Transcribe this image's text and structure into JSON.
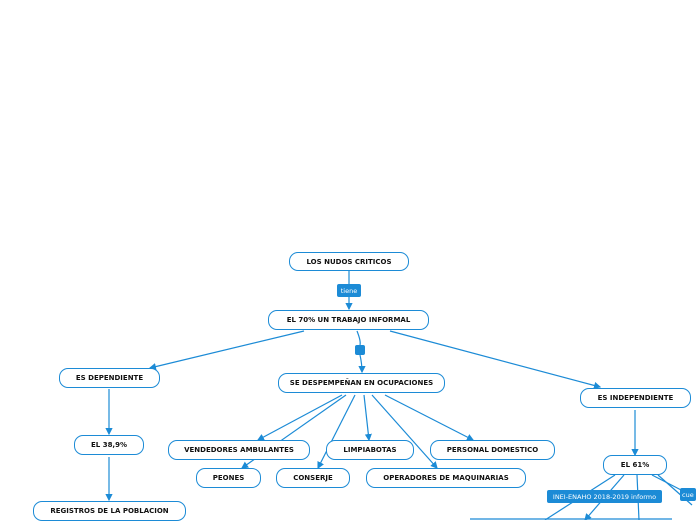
{
  "nodes": {
    "root": "LOS NUDOS CRITICOS",
    "informal": "EL 70% UN TRABAJO INFORMAL",
    "dependiente": "ES DEPENDIENTE",
    "ocupaciones": "SE DESPEMPEÑAN EN OCUPACIONES",
    "independiente": "ES INDEPENDIENTE",
    "pct_389": "EL 38,9%",
    "pct_61": "EL 61%",
    "vendedores": "VENDEDORES AMBULANTES",
    "limpiabotas": "LIMPIABOTAS",
    "personal_domestico": "PERSONAL DOMESTICO",
    "peones": "PEONES",
    "conserje": "CONSERJE",
    "operadores": "OPERADORES DE MAQUINARIAS",
    "registros": "REGISTROS DE LA POBLACION"
  },
  "labels": {
    "tiene": "tiene",
    "inei": "INEI-ENAHO 2018-2019 informo",
    "cue": "cue"
  },
  "colors": {
    "accent": "#1c8bd6"
  }
}
